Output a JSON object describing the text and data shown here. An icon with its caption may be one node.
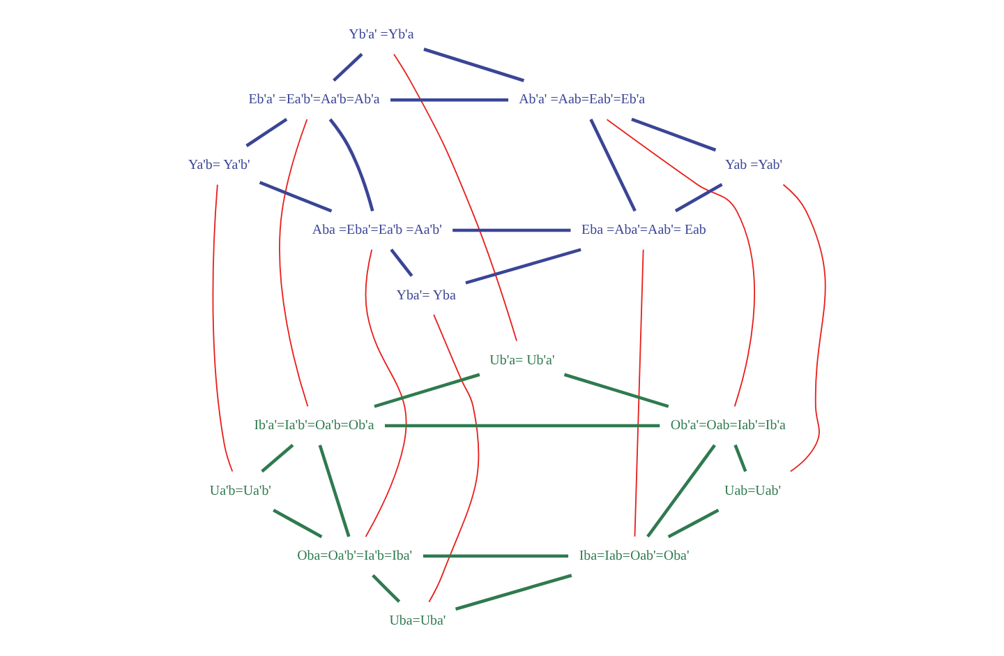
{
  "diagram": {
    "nodes": [
      {
        "text": [
          "Yb'a' =Yb'a"
        ]
      },
      {
        "text": [
          "Eb'a' =Ea'b'=Aa'b=Ab'a"
        ]
      },
      {
        "text": [
          "Ab'a' =Aab=Eab'=Eb'a"
        ]
      },
      {
        "text": [
          "Ya'b= Ya'b'"
        ]
      },
      {
        "text": [
          "Yab =Yab'"
        ]
      },
      {
        "text": [
          "Aba =Eba'=Ea'b =Aa'b'"
        ]
      },
      {
        "text": [
          "Yba'= Yba"
        ]
      },
      {
        "text": [
          "Eba =Aba'=Aab'= Eab"
        ]
      },
      {
        "text": [
          "Ib'a'=Ia'b'=Oa'b=Ob'a"
        ]
      },
      {
        "text": [
          "Ob'a'=Oab=Iab'=Ib'a"
        ]
      },
      {
        "text": [
          "Ub'a= Ub'a'"
        ]
      },
      {
        "text": [
          "Ua'b=Ua'b'"
        ]
      },
      {
        "text": [
          "Uab=Uab'"
        ]
      },
      {
        "text": [
          "Oba=Oa'b'=Ia'b=Iba'"
        ]
      },
      {
        "text": [
          "Iba=Iab=Oab'=Oba'"
        ]
      },
      {
        "text": [
          "Uba=Uba'"
        ]
      }
    ],
    "edges": [
      {
        "from": 0,
        "to": 1,
        "arrow": "none",
        "color": "#3a4596"
      },
      {
        "from": 0,
        "to": 2,
        "arrow": "none",
        "color": "#3a4596"
      },
      {
        "from": 1,
        "to": 2,
        "arrow": "none",
        "color": "#3a4596"
      },
      {
        "from": 1,
        "to": 3,
        "arrow": "none",
        "color": "#3a4596"
      },
      {
        "from": 3,
        "to": 5,
        "arrow": "none",
        "color": "#3a4596"
      },
      {
        "from": 1,
        "to": 5,
        "arrow": "none",
        "color": "#3a4596"
      },
      {
        "from": 2,
        "to": 4,
        "arrow": "none",
        "color": "#3a4596"
      },
      {
        "from": 4,
        "to": 7,
        "arrow": "none",
        "color": "#3a4596"
      },
      {
        "from": 2,
        "to": 7,
        "arrow": "none",
        "color": "#3a4596"
      },
      {
        "from": 5,
        "to": 7,
        "arrow": "none",
        "color": "#3a4596"
      },
      {
        "from": 5,
        "to": 6,
        "arrow": "none",
        "color": "#3a4596"
      },
      {
        "from": 7,
        "to": 6,
        "arrow": "none",
        "color": "#3a4596"
      },
      {
        "from": 10,
        "to": 8,
        "arrow": "none",
        "color": "#2f7a4f"
      },
      {
        "from": 10,
        "to": 9,
        "arrow": "none",
        "color": "#2f7a4f"
      },
      {
        "from": 8,
        "to": 9,
        "arrow": "none",
        "color": "#2f7a4f"
      },
      {
        "from": 8,
        "to": 11,
        "arrow": "none",
        "color": "#2f7a4f"
      },
      {
        "from": 11,
        "to": 13,
        "arrow": "none",
        "color": "#2f7a4f"
      },
      {
        "from": 8,
        "to": 13,
        "arrow": "none",
        "color": "#2f7a4f"
      },
      {
        "from": 9,
        "to": 12,
        "arrow": "none",
        "color": "#2f7a4f"
      },
      {
        "from": 12,
        "to": 14,
        "arrow": "none",
        "color": "#2f7a4f"
      },
      {
        "from": 9,
        "to": 14,
        "arrow": "none",
        "color": "#2f7a4f"
      },
      {
        "from": 13,
        "to": 14,
        "arrow": "none",
        "color": "#2f7a4f"
      },
      {
        "from": 13,
        "to": 15,
        "arrow": "none",
        "color": "#2f7a4f"
      },
      {
        "from": 14,
        "to": 15,
        "arrow": "none",
        "color": "#2f7a4f"
      },
      {
        "from": 0,
        "to": 10,
        "arrow": "none",
        "color": "#e8201c"
      },
      {
        "from": 1,
        "to": 8,
        "arrow": "none",
        "color": "#e8201c"
      },
      {
        "from": 2,
        "to": 9,
        "arrow": "none",
        "color": "#e8201c"
      },
      {
        "from": 3,
        "to": 11,
        "arrow": "none",
        "color": "#e8201c"
      },
      {
        "from": 4,
        "to": 12,
        "arrow": "none",
        "color": "#e8201c"
      },
      {
        "from": 5,
        "to": 13,
        "arrow": "none",
        "color": "#e8201c"
      },
      {
        "from": 7,
        "to": 14,
        "arrow": "none",
        "color": "#e8201c"
      },
      {
        "from": 6,
        "to": 15,
        "arrow": "none",
        "color": "#e8201c"
      }
    ]
  }
}
